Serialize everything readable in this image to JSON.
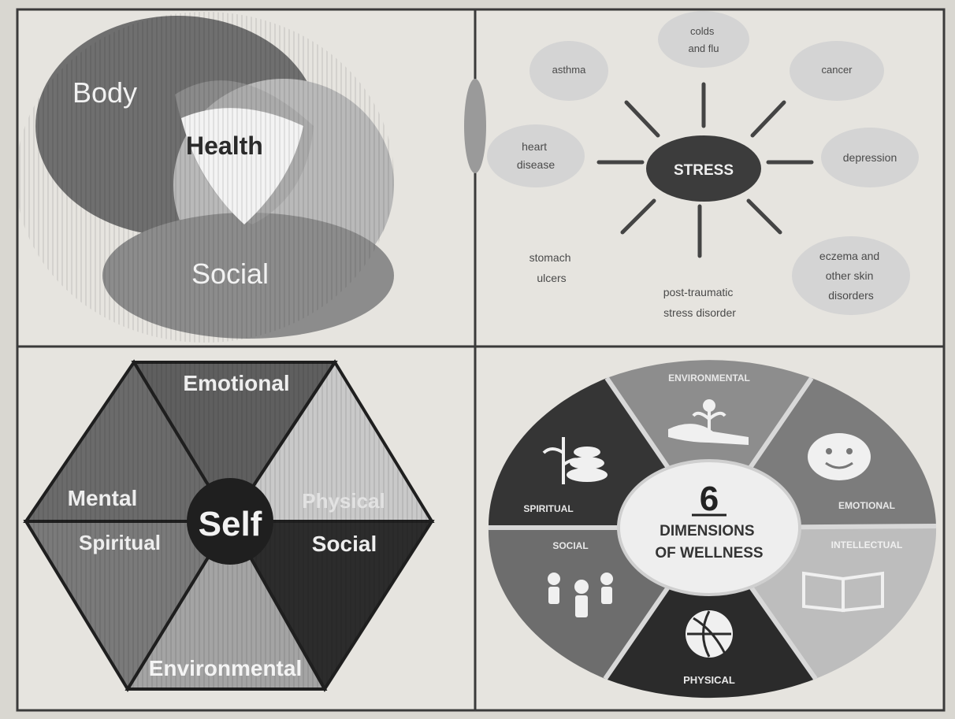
{
  "venn": {
    "labels": [
      "Body",
      "Health",
      "Social"
    ]
  },
  "stress": {
    "center": "STRESS",
    "conditions": [
      {
        "lines": [
          "asthma"
        ]
      },
      {
        "lines": [
          "colds",
          "and flu"
        ]
      },
      {
        "lines": [
          "cancer"
        ]
      },
      {
        "lines": [
          "heart",
          "disease"
        ]
      },
      {
        "lines": [
          "depression"
        ]
      },
      {
        "lines": [
          "stomach",
          "ulcers"
        ]
      },
      {
        "lines": [
          "post-traumatic",
          "stress disorder"
        ]
      },
      {
        "lines": [
          "eczema and",
          "other skin",
          "disorders"
        ]
      }
    ]
  },
  "hexagon": {
    "center": "Self",
    "segments": [
      "Emotional",
      "Physical",
      "Social",
      "Environmental",
      "Spiritual",
      "Mental"
    ]
  },
  "wellness": {
    "number": "6",
    "title_lines": [
      "DIMENSIONS",
      "OF WELLNESS"
    ],
    "segments": [
      "ENVIRONMENTAL",
      "EMOTIONAL",
      "INTELLECTUAL",
      "PHYSICAL",
      "SOCIAL",
      "SPIRITUAL"
    ]
  },
  "colors": {
    "page": "#d9d7d1",
    "panel": "#e6e4df",
    "frame": "#3a3a3a",
    "dark": "#2e2e2e",
    "mid": "#6f6f6f",
    "light": "#a9a9a9",
    "lighter": "#c4c4c4",
    "white": "#f2f2f2"
  }
}
